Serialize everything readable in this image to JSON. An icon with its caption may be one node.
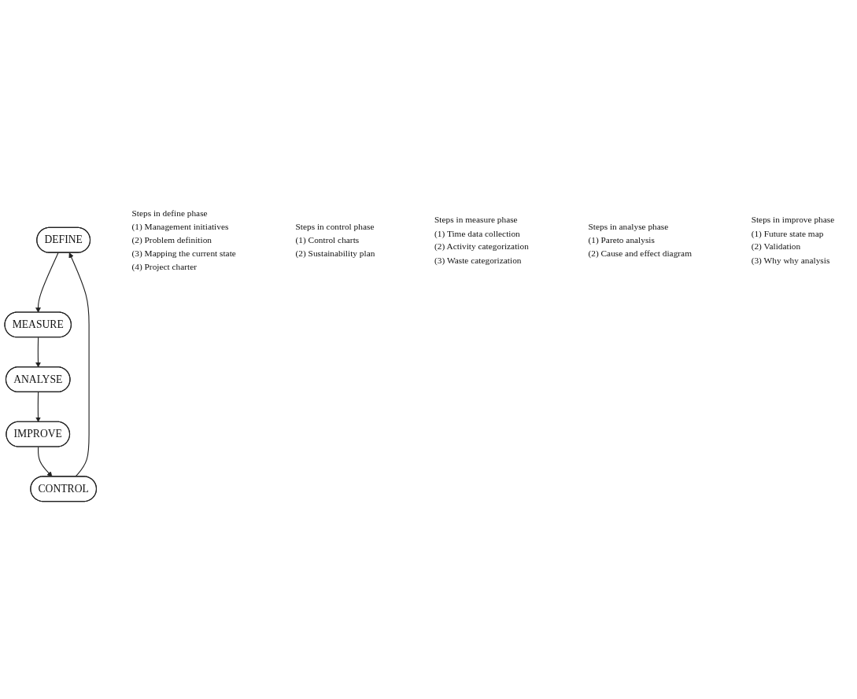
{
  "diagram": {
    "nodes": [
      {
        "text": [
          "DEFINE"
        ],
        "beside": [
          "Steps in define phase",
          "(1) Management initiatives",
          "(2) Problem definition",
          "(3) Mapping the current state",
          "(4) Project charter"
        ]
      },
      {
        "text": [
          "CONTROL"
        ],
        "beside": [
          "Steps in control phase",
          "(1) Control charts",
          "(2) Sustainability plan"
        ]
      },
      {
        "text": [
          "MEASURE"
        ],
        "beside": [
          "Steps in measure phase",
          "(1) Time data collection",
          "(2) Activity categorization",
          "(3) Waste categorization"
        ]
      },
      {
        "text": [
          "ANALYSE"
        ],
        "beside": [
          "Steps in analyse phase",
          "(1) Pareto analysis",
          "(2) Cause and effect diagram"
        ]
      },
      {
        "text": [
          "IMPROVE"
        ],
        "beside": [
          "Steps in improve phase",
          "(1) Future state map",
          "(2) Validation",
          "(3) Why why analysis"
        ]
      }
    ],
    "edges": [
      {
        "from": 0,
        "to": 2,
        "arrow": "to"
      },
      {
        "from": 2,
        "to": 3,
        "arrow": "to"
      },
      {
        "from": 3,
        "to": 4,
        "arrow": "to"
      },
      {
        "from": 4,
        "to": 1,
        "arrow": "to"
      },
      {
        "from": 1,
        "to": 0,
        "arrow": "to"
      }
    ]
  }
}
